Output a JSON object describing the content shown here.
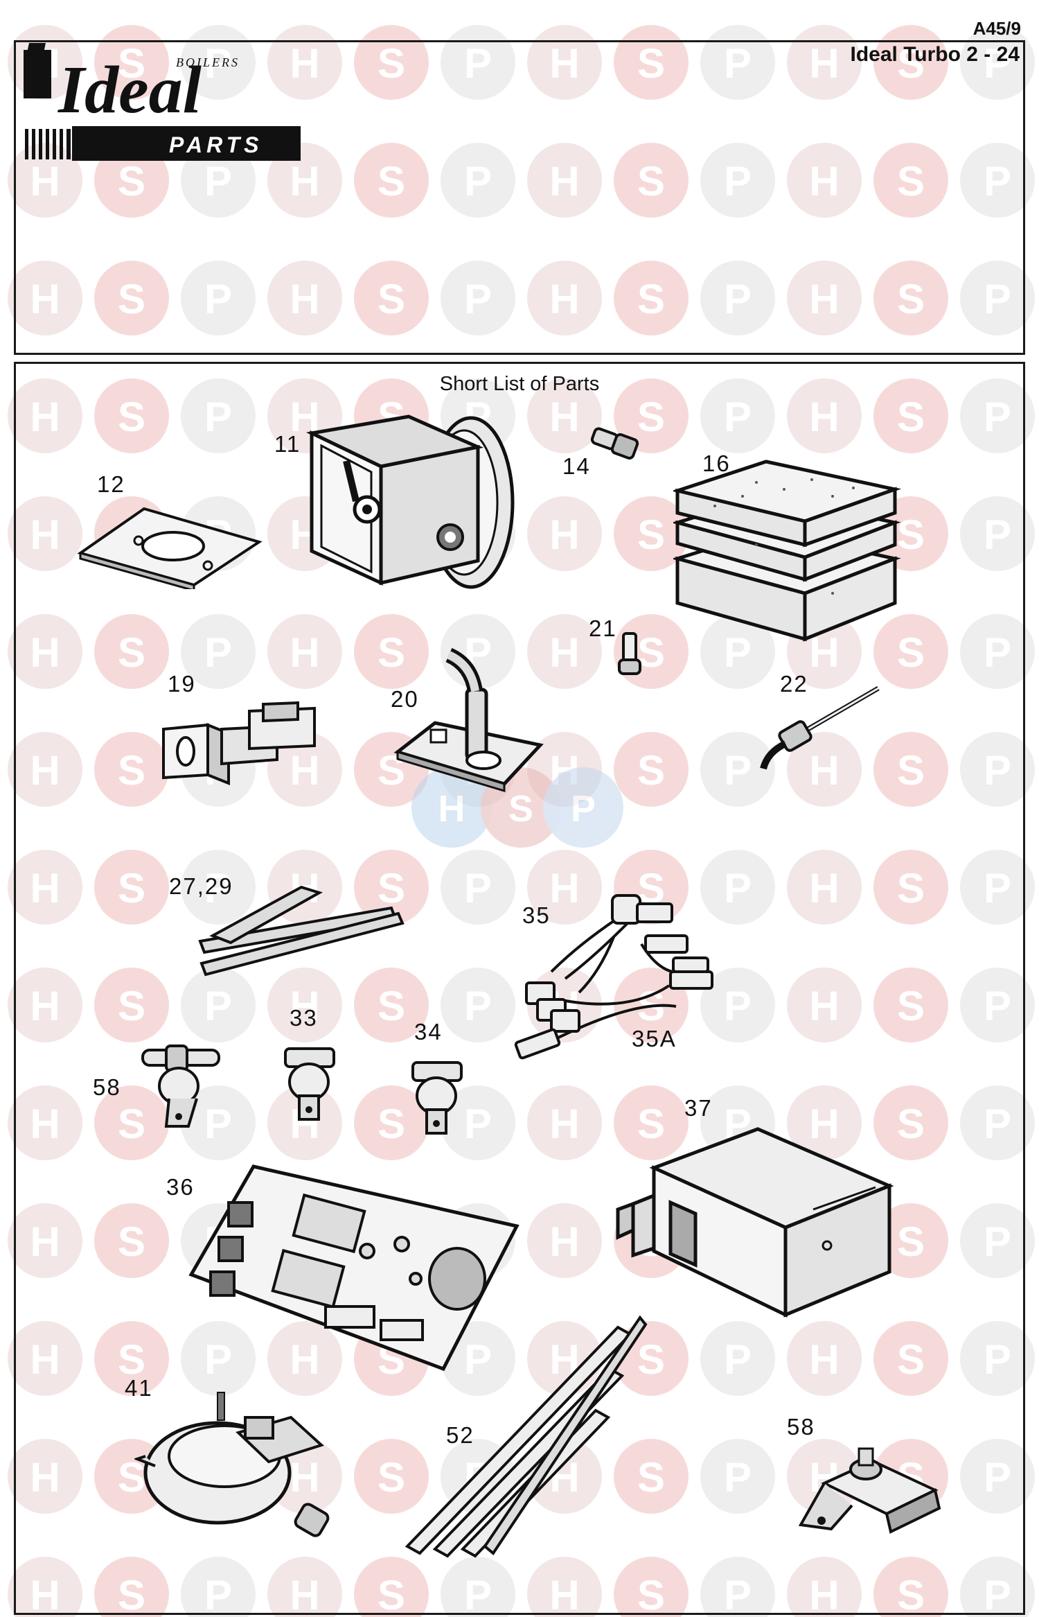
{
  "header": {
    "document_code": "A45/9",
    "model_name": "Ideal Turbo 2 - 24",
    "logo": {
      "brand": "Ideal",
      "subtitle": "BOILERS",
      "tagline": "PARTS"
    }
  },
  "parts_section": {
    "title": "Short List of Parts",
    "parts": [
      {
        "label": "12",
        "icon": "gasket-plate"
      },
      {
        "label": "11",
        "icon": "fan-assembly"
      },
      {
        "label": "14",
        "icon": "screw"
      },
      {
        "label": "16",
        "icon": "insulation-panels"
      },
      {
        "label": "21",
        "icon": "small-pin"
      },
      {
        "label": "19",
        "icon": "electrode-blocks"
      },
      {
        "label": "20",
        "icon": "burner-pilot"
      },
      {
        "label": "22",
        "icon": "electrode"
      },
      {
        "label": "27,29",
        "icon": "seal-strips"
      },
      {
        "label": "35",
        "icon": "wiring-harness"
      },
      {
        "label": "35A",
        "icon": "lead"
      },
      {
        "label": "33",
        "icon": "thermostat"
      },
      {
        "label": "34",
        "icon": "thermostat"
      },
      {
        "label": "58",
        "icon": "thermostat-bracket"
      },
      {
        "label": "37",
        "icon": "control-box"
      },
      {
        "label": "36",
        "icon": "pcb"
      },
      {
        "label": "41",
        "icon": "pressure-switch"
      },
      {
        "label": "52",
        "icon": "rods"
      },
      {
        "label": "58",
        "icon": "sensor-bracket"
      }
    ]
  },
  "watermark": {
    "letters": [
      "H",
      "S",
      "P"
    ],
    "colors": [
      "#f2e6e6",
      "#f6dada",
      "#eeeeee"
    ]
  }
}
